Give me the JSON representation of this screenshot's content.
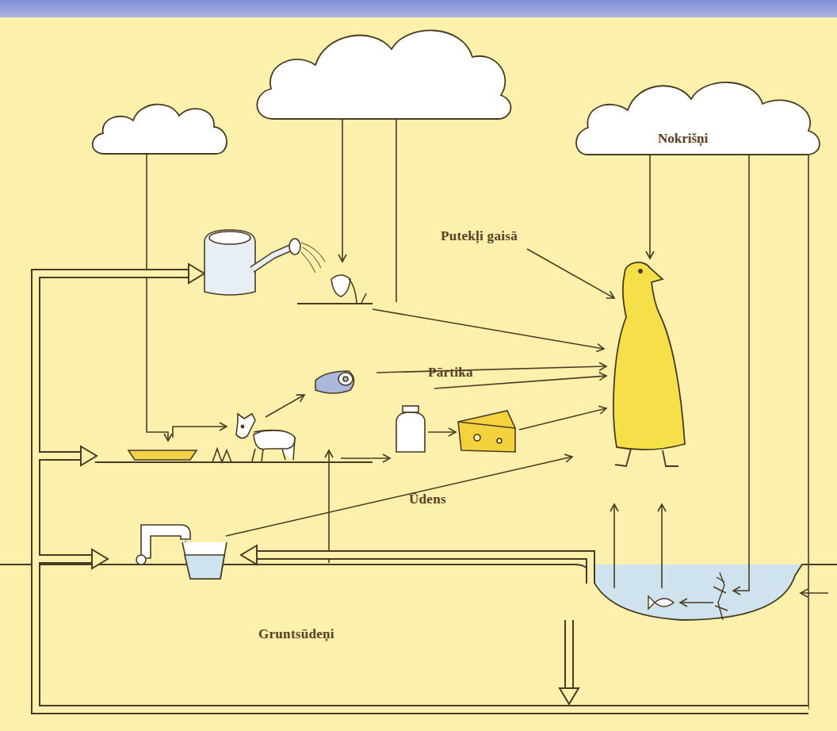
{
  "diagram": {
    "nodes": [
      {
        "text": [
          "Nokrišņi"
        ]
      }
    ],
    "labels": [
      "Putekļi gaisā",
      "Pārtika",
      "Ūdens",
      "Gruntsūdeņi"
    ]
  }
}
